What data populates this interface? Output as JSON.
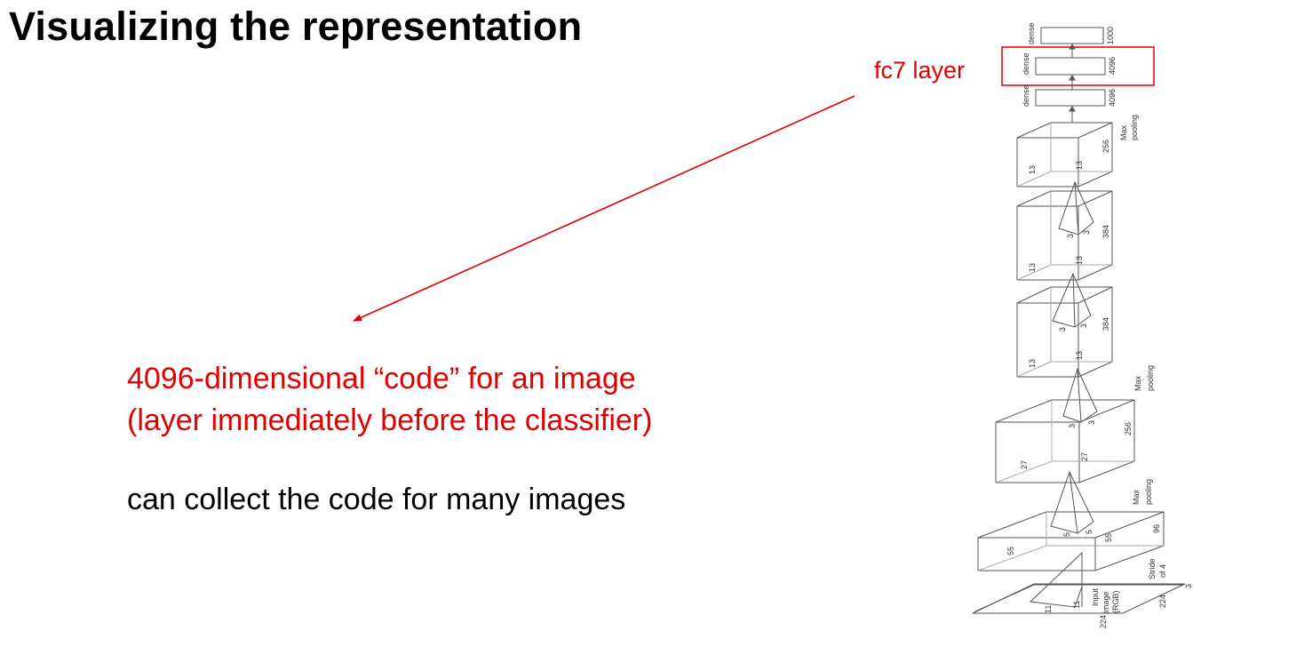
{
  "slide": {
    "title": "Visualizing the representation",
    "fc7_label": "fc7 layer",
    "code_line1": "4096-dimensional “code” for an image",
    "code_line2": "(layer immediately before the classifier)",
    "collect_text": "can collect the code for many images"
  },
  "network": {
    "dense_layers": [
      {
        "label": "dense",
        "size": "1000"
      },
      {
        "label": "dense",
        "size": "4096"
      },
      {
        "label": "dense",
        "size": "4096"
      }
    ],
    "conv_labels": {
      "c5": [
        "13",
        "13",
        "256"
      ],
      "c4": [
        "13",
        "13",
        "384",
        "3",
        "3"
      ],
      "c3": [
        "13",
        "13",
        "384",
        "3",
        "3"
      ],
      "c2": [
        "27",
        "27",
        "256",
        "3",
        "3"
      ],
      "c1": [
        "55",
        "55",
        "96",
        "5",
        "5"
      ],
      "input": [
        "224",
        "224",
        "3",
        "11",
        "11"
      ]
    },
    "annotations": {
      "max_pooling": "Max pooling",
      "max": "Max",
      "pooling": "pooling",
      "stride": "Stride",
      "of_4": "of 4",
      "input_image": "Input",
      "image": "image",
      "rgb": "(RGB)"
    }
  },
  "colors": {
    "highlight": "#e00000",
    "text": "#000000",
    "diagram": "#555555"
  }
}
